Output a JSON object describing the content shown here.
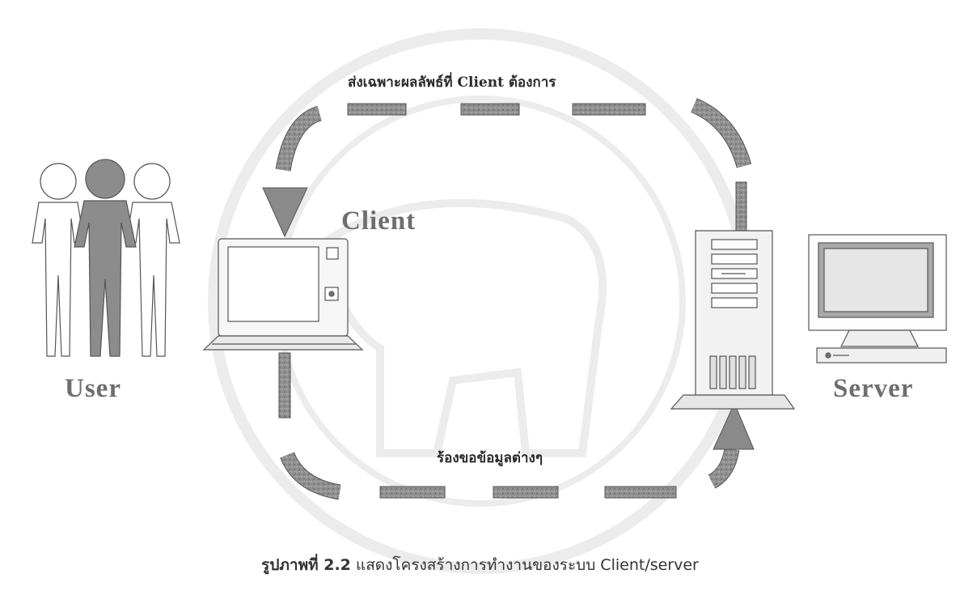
{
  "labels": {
    "top_flow": "ส่งเฉพาะผลลัพธ์ที่ Client ต้องการ",
    "bottom_flow": "ร้องขอข้อมูลต่างๆ",
    "client": "Client",
    "user": "User",
    "server": "Server"
  },
  "caption": {
    "number": "รูปภาพที่ 2.2",
    "text": "แสดงโครงสร้างการทำงานของระบบ Client/server"
  },
  "colors": {
    "arrow": "#8a8a8a",
    "figure_fill": "#8c8c8c",
    "outline": "#555555",
    "watermark": "#ededed"
  },
  "icons": [
    "user-group-icon",
    "laptop-icon",
    "server-tower-icon",
    "monitor-icon"
  ]
}
